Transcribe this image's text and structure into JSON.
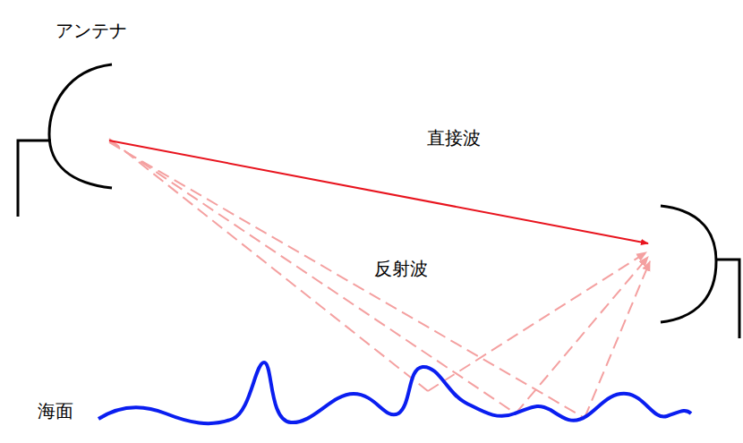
{
  "diagram": {
    "labels": [
      "アンテナ",
      "直接波",
      "反射波",
      "海面"
    ]
  }
}
